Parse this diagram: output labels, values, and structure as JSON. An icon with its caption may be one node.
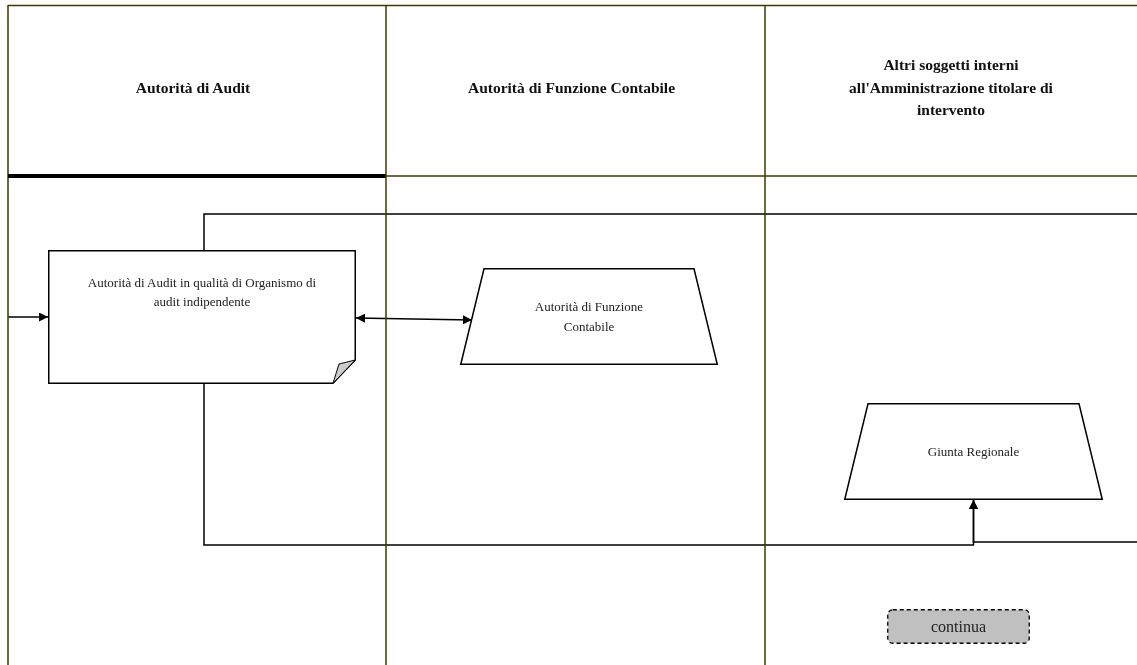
{
  "diagram": {
    "nodes": [
      {
        "text": [
          "Autorità di Audit"
        ]
      },
      {
        "text": [
          "Autorità di Audit in qualità di Organismo di audit indipendente"
        ],
        "in": 0
      },
      {
        "text": [
          "Autorità di Funzione Contabile"
        ]
      },
      {
        "text": [
          "Autorità di Funzione Contabile"
        ],
        "in": 2
      },
      {
        "text": [
          "Altri soggetti interni all'Amministrazione titolare di intervento"
        ]
      },
      {
        "text": [
          "Giunta Regionale"
        ],
        "in": 4
      },
      {
        "text": [
          "continua"
        ],
        "in": 4
      }
    ],
    "edges": [
      {
        "from": null,
        "to": 1,
        "arrow": "to"
      },
      {
        "from": 1,
        "to": 3,
        "arrow": "both"
      },
      {
        "from": 1,
        "to": 4,
        "arrow": "none"
      },
      {
        "from": 1,
        "to": 5,
        "arrow": "to"
      },
      {
        "from": 4,
        "to": 5,
        "arrow": "to"
      }
    ]
  }
}
